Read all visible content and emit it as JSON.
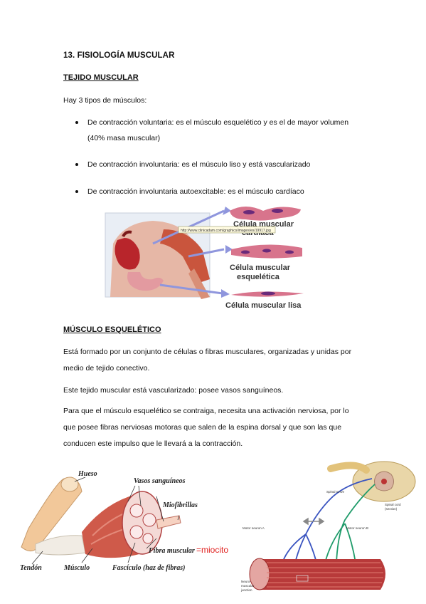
{
  "heading": "13. FISIOLOGÍA MUSCULAR",
  "section1": {
    "title": "TEJIDO MUSCULAR",
    "intro": "Hay 3 tipos de músculos:",
    "bullets": [
      {
        "line1": "De contracción voluntaria: es el músculo esquelético y es el de mayor volumen",
        "line2": "(40% masa muscular)"
      },
      {
        "line1": "De contracción involuntaria: es el músculo liso y está vascularizado"
      },
      {
        "line1": "De contracción involuntaria autoexcitable: es el músculo cardíaco"
      }
    ]
  },
  "figure1": {
    "url": "http://www.clinicadam.com/graphics/images/es/19917.jpg",
    "labels": {
      "cardiac_line1": "Célula muscular",
      "cardiac_line2": "cardíaca",
      "skeletal_line1": "Célula muscular",
      "skeletal_line2": "esquelética",
      "smooth": "Célula muscular lisa"
    }
  },
  "section2": {
    "title": "MÚSCULO ESQUELÉTICO",
    "p1_line1": "Está formado por un conjunto de células o fibras musculares, organizadas y unidas por",
    "p1_line2": "medio de tejido conectivo.",
    "p2": "Este tejido muscular está vascularizado: posee vasos sanguíneos.",
    "p3_line1": "Para que el músculo esquelético se contraiga, necesita una activación nerviosa, por lo",
    "p3_line2": "que posee fibras nerviosas motoras que salen de la espina dorsal y que son las que",
    "p3_line3": "conducen este impulso que le llevará a la contracción."
  },
  "figure2": {
    "labels": {
      "hueso": "Hueso",
      "vasos": "Vasos sanguíneos",
      "miofibrillas": "Miofibrillas",
      "fibra": "Fibra muscular",
      "miocito": "=miocito",
      "tendon": "Tendón",
      "musculo": "Músculo",
      "fasciculo": "Fascículo (haz de fibras)"
    }
  },
  "figure3": {
    "labels": {
      "spinal_nerve": "Spinal nerve",
      "spinal_cord_1": "Spinal cord",
      "spinal_cord_2": "(section)",
      "motor_a": "Motor neuron A",
      "motor_b": "Motor neuron B",
      "nmj_1": "Neuro-",
      "nmj_2": "muscular",
      "nmj_3": "junction"
    }
  },
  "colors": {
    "arrow": "#8f96dd",
    "miocito": "#e0211f",
    "muscle": "#b83a3a",
    "nerve_blue": "#3a54c0",
    "nerve_green": "#1f9b6a"
  }
}
